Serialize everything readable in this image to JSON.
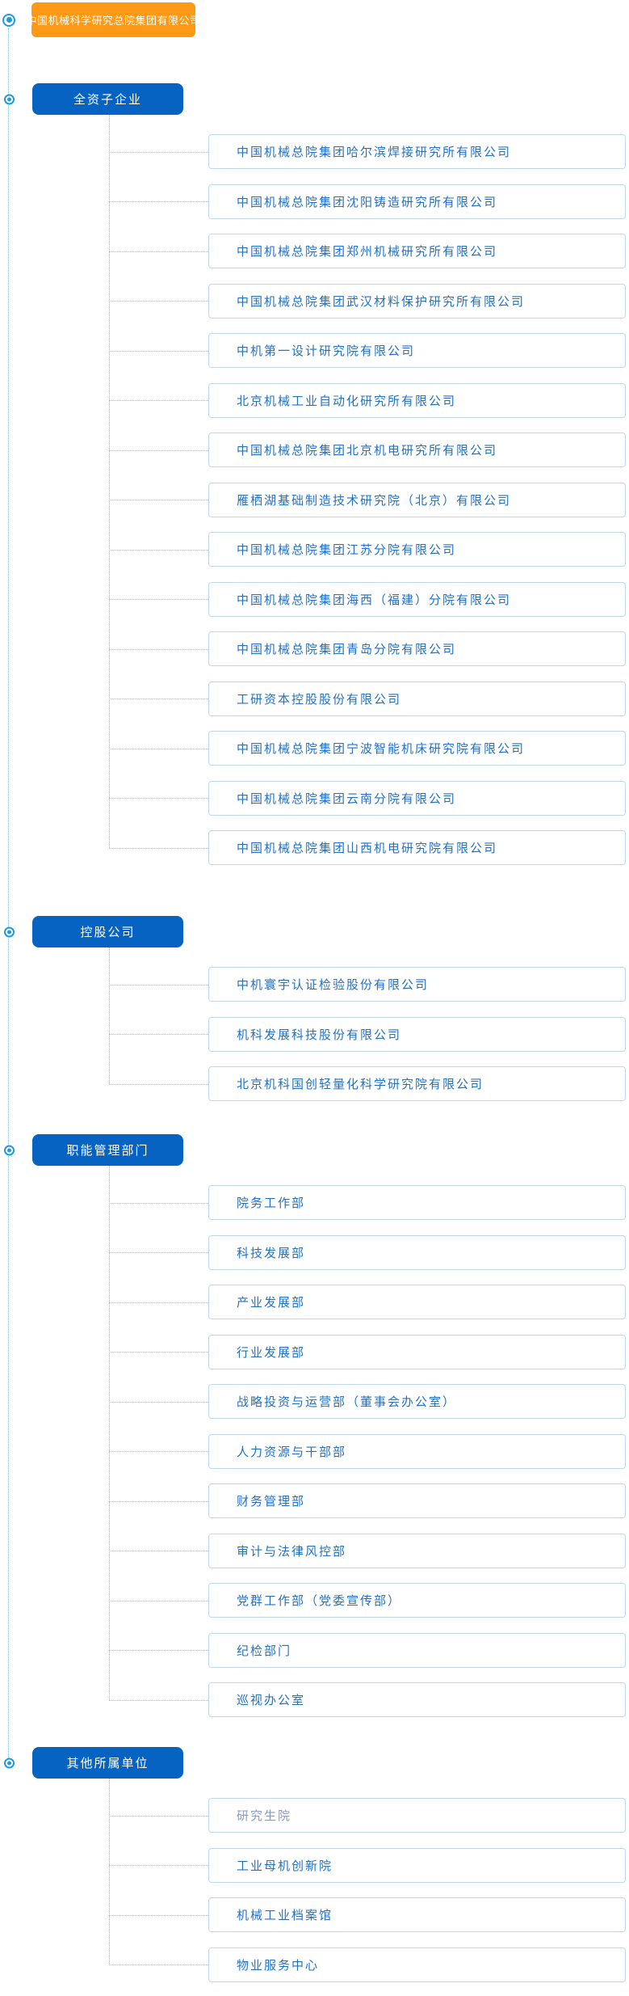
{
  "root": {
    "label": "中国机械科学研究总院集团有限公司"
  },
  "sections": [
    {
      "label": "全资子企业",
      "items": [
        {
          "label": "中国机械总院集团哈尔滨焊接研究所有限公司"
        },
        {
          "label": "中国机械总院集团沈阳铸造研究所有限公司"
        },
        {
          "label": "中国机械总院集团郑州机械研究所有限公司"
        },
        {
          "label": "中国机械总院集团武汉材料保护研究所有限公司"
        },
        {
          "label": "中机第一设计研究院有限公司"
        },
        {
          "label": "北京机械工业自动化研究所有限公司"
        },
        {
          "label": "中国机械总院集团北京机电研究所有限公司"
        },
        {
          "label": "雁栖湖基础制造技术研究院（北京）有限公司"
        },
        {
          "label": "中国机械总院集团江苏分院有限公司"
        },
        {
          "label": "中国机械总院集团海西（福建）分院有限公司"
        },
        {
          "label": "中国机械总院集团青岛分院有限公司"
        },
        {
          "label": "工研资本控股股份有限公司"
        },
        {
          "label": "中国机械总院集团宁波智能机床研究院有限公司"
        },
        {
          "label": "中国机械总院集团云南分院有限公司"
        },
        {
          "label": "中国机械总院集团山西机电研究院有限公司"
        }
      ]
    },
    {
      "label": "控股公司",
      "items": [
        {
          "label": "中机寰宇认证检验股份有限公司"
        },
        {
          "label": "机科发展科技股份有限公司"
        },
        {
          "label": "北京机科国创轻量化科学研究院有限公司"
        }
      ]
    },
    {
      "label": "职能管理部门",
      "items": [
        {
          "label": "院务工作部"
        },
        {
          "label": "科技发展部"
        },
        {
          "label": "产业发展部"
        },
        {
          "label": "行业发展部"
        },
        {
          "label": "战略投资与运营部（董事会办公室）"
        },
        {
          "label": "人力资源与干部部"
        },
        {
          "label": "财务管理部"
        },
        {
          "label": "审计与法律风控部"
        },
        {
          "label": "党群工作部（党委宣传部）"
        },
        {
          "label": "纪检部门"
        },
        {
          "label": "巡视办公室"
        }
      ]
    },
    {
      "label": "其他所属单位",
      "items": [
        {
          "label": "研究生院",
          "muted": true
        },
        {
          "label": "工业母机创新院"
        },
        {
          "label": "机械工业档案馆"
        },
        {
          "label": "物业服务中心"
        }
      ]
    }
  ],
  "colors": {
    "root_box": "#FF9814",
    "category_box": "#0763C1",
    "item_text": "#2171C2",
    "muted_item_text": "#8C97C5",
    "connector_line": "#90BCE8",
    "bullet": "#1E9BE0",
    "item_border": "#BFD7EE"
  }
}
